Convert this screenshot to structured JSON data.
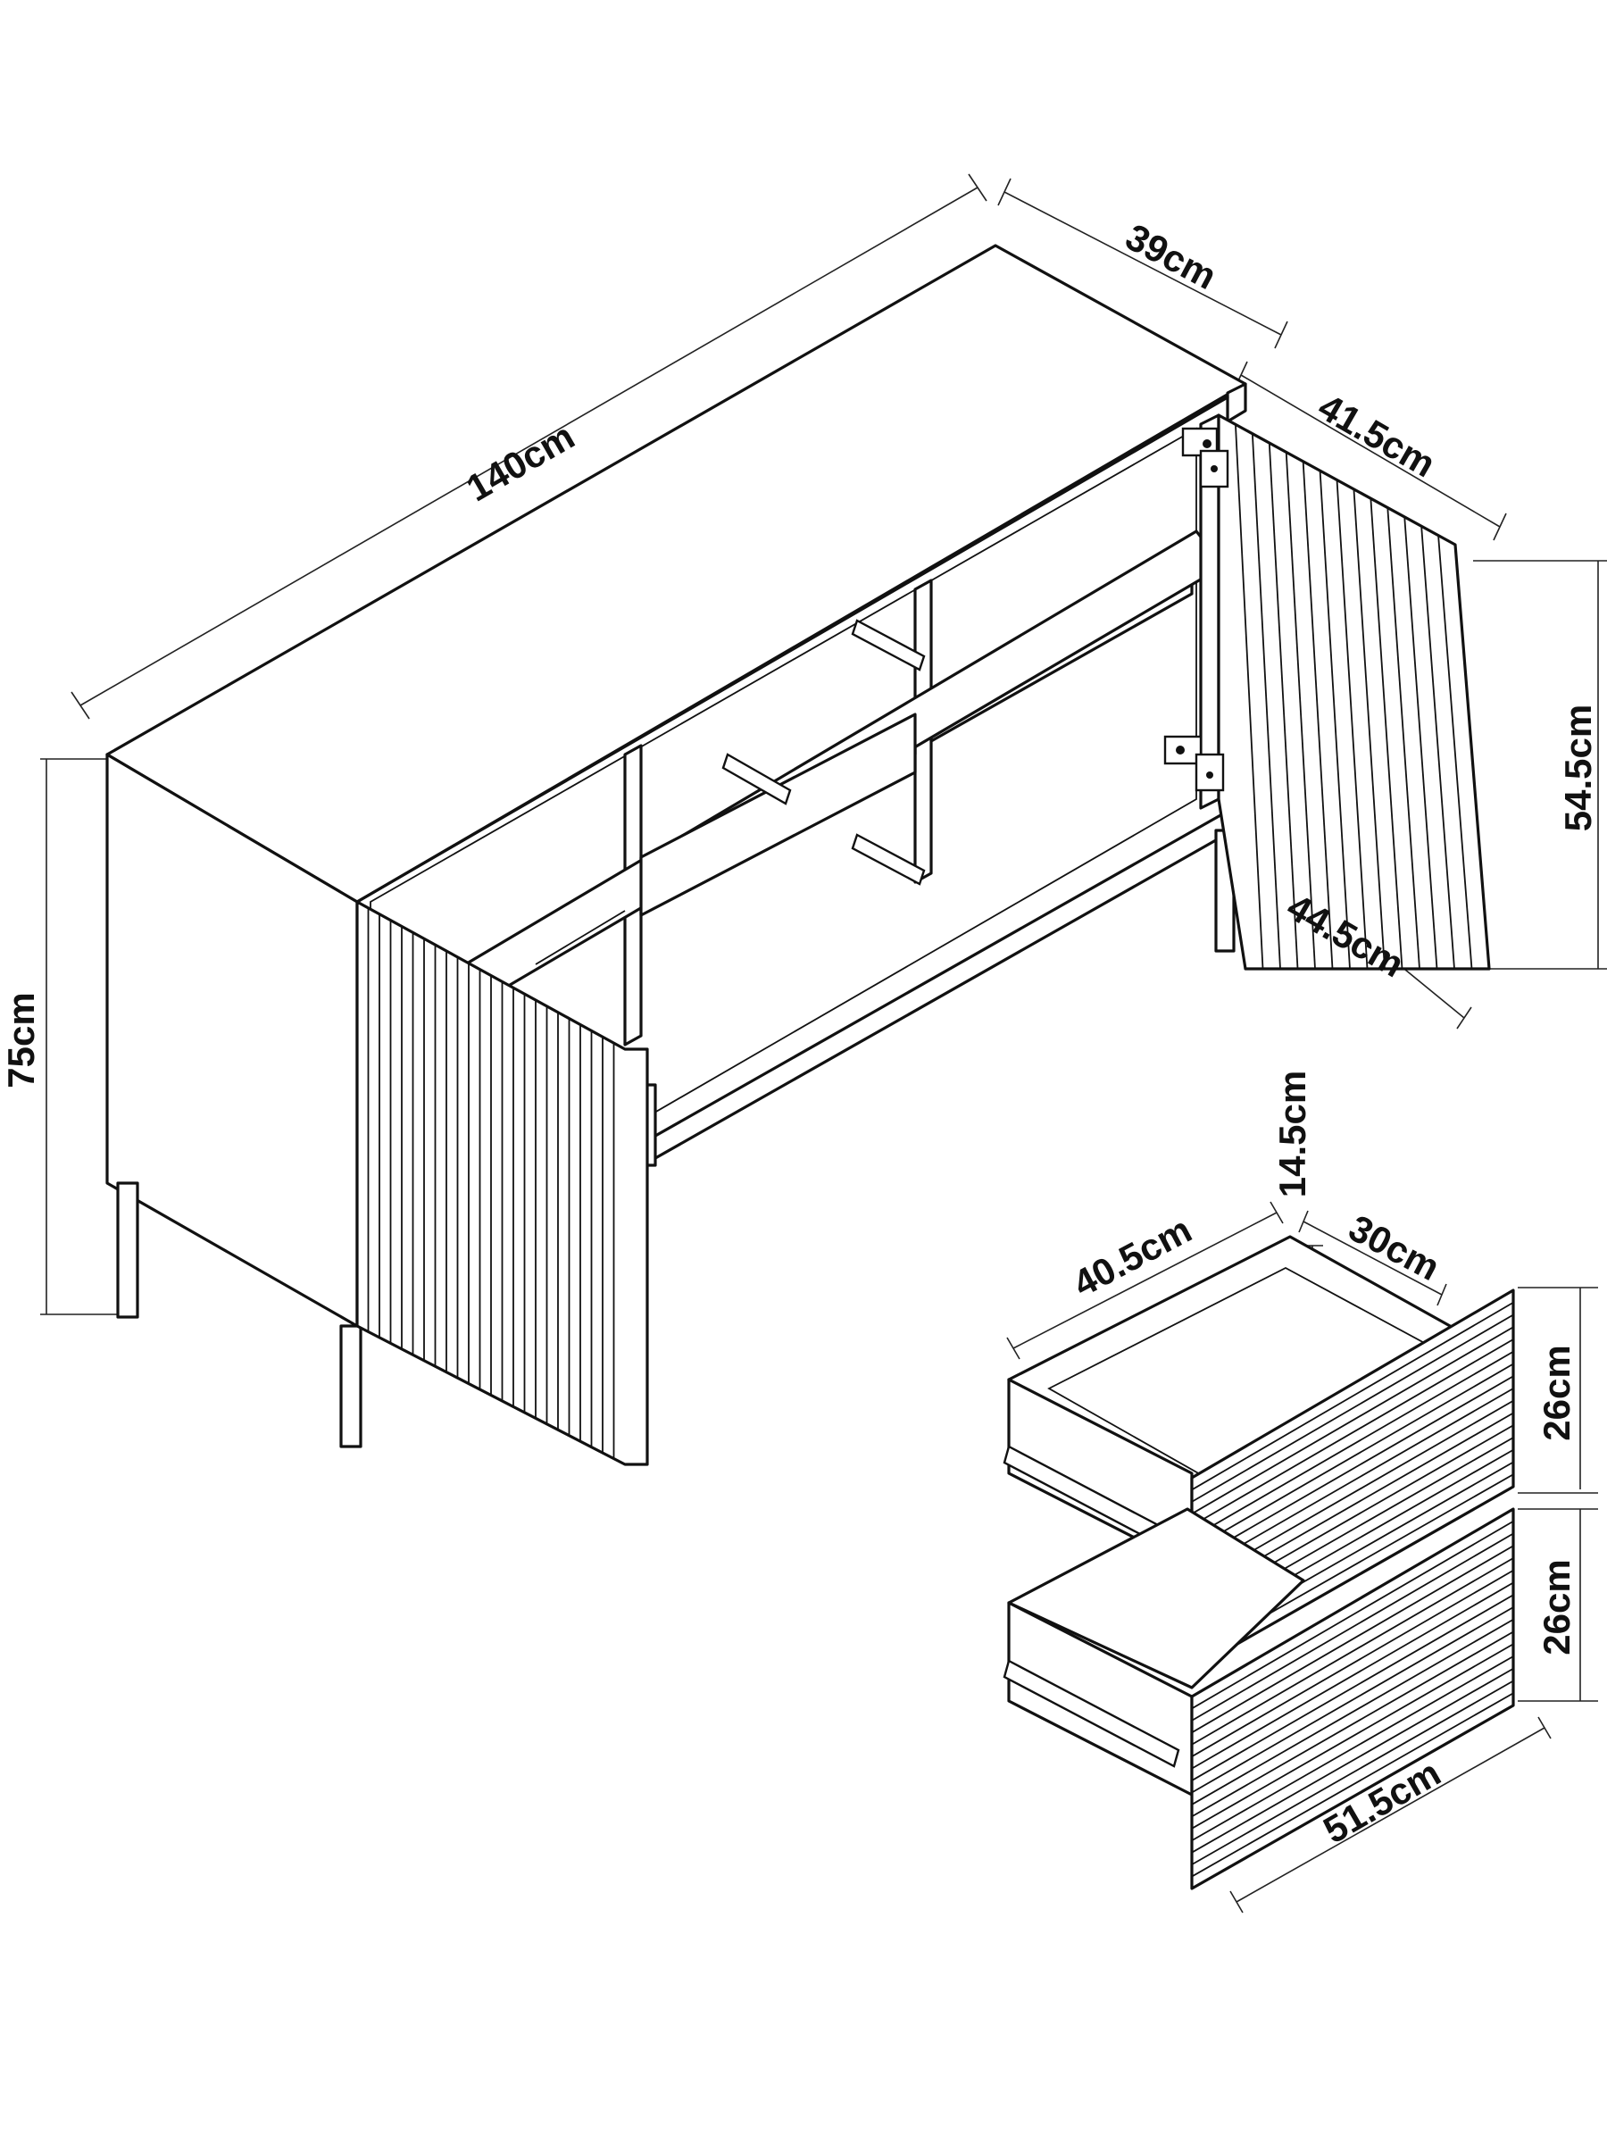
{
  "figure": "sideboard dimension drawing",
  "colors": {
    "line": "#111111",
    "background": "#ffffff"
  },
  "dimensions": {
    "width": "140cm",
    "depth": "39cm",
    "door_width": "41.5cm",
    "door_height": "54.5cm",
    "interior_depth": "44.5cm",
    "height": "75cm",
    "drawer_inner_height": "14.5cm",
    "drawer_inner_width": "30cm",
    "drawer_depth": "40.5cm",
    "drawer_front_height_top": "26cm",
    "drawer_front_height_bottom": "26cm",
    "drawer_front_width": "51.5cm"
  }
}
